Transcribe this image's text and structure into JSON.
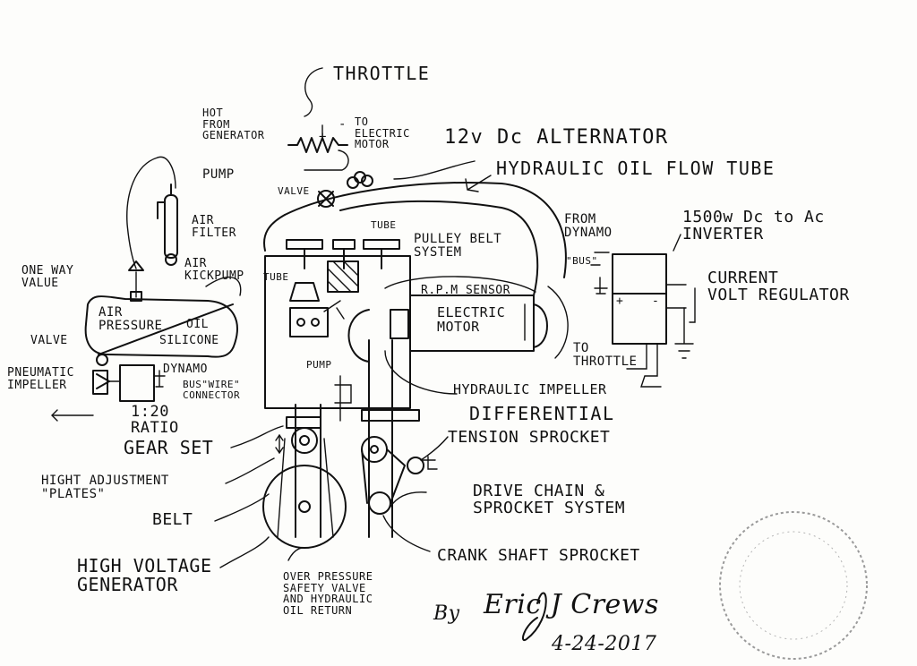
{
  "labels": {
    "throttle": "THROTTLE",
    "hot_from_generator": "HOT\nFROM\nGENERATOR",
    "to_electric_motor": "TO\nELECTRIC\nMOTOR",
    "alternator": "12v Dc ALTERNATOR",
    "hydraulic_oil_flow_tube": "HYDRAULIC OIL FLOW TUBE",
    "pump_top": "PUMP",
    "valve_top": "VALVE",
    "tube_top": "TUBE",
    "air_filter": "AIR\nFILTER",
    "air_kickpump": "AIR\nKICKPUMP",
    "one_way_valve": "ONE WAY\nVALUE",
    "air_pressure_tank": "AIR\nPRESSURE",
    "oil": "OIL",
    "silicone": "SILICONE",
    "valve_left": "VALVE",
    "pneumatic_impeller": "PNEUMATIC\nIMPELLER",
    "dynamo": "DYNAMO",
    "bus_wire_connector": "BUS\"WIRE\"\nCONNECTOR",
    "ratio": "1:20\nRATIO",
    "gear_set": "GEAR SET",
    "hight_adjustment": "HIGHT ADJUSTMENT\n\"PLATES\"",
    "belt": "BELT",
    "high_voltage_generator": "HIGH VOLTAGE\nGENERATOR",
    "over_pressure_valve": "OVER PRESSURE\nSAFETY VALVE\nAND HYDRAULIC\nOIL RETURN",
    "pulley_belt_system": "PULLEY BELT\nSYSTEM",
    "tube_left": "TUBE",
    "pump_center": "PUMP",
    "rpm_sensor": "R.P.M SENSOR",
    "electric_motor": "ELECTRIC\nMOTOR",
    "from_dynamo": "FROM\nDYNAMO",
    "bus_right": "\"BUS\"",
    "inverter": "1500w Dc to Ac\nINVERTER",
    "current_volt_regulator": "CURRENT\nVOLT REGULATOR",
    "to_throttle": "TO\nTHROTTLE",
    "hydraulic_impeller": "HYDRAULIC IMPELLER",
    "differential": "DIFFERENTIAL",
    "tension_sprocket": "TENSION SPROCKET",
    "drive_chain": "DRIVE CHAIN &\nSPROCKET SYSTEM",
    "crank_shaft_sprocket": "CRANK SHAFT SPROCKET",
    "by": "By",
    "signature_name": "Eric J Crews",
    "date": "4-24-2017",
    "plus": "+",
    "minus": "-"
  },
  "colors": {
    "ink": "#111111",
    "paper": "#fdfdfb",
    "stamp": "#9a9a9a"
  },
  "icons": [
    "seal-stamp-icon",
    "battery-ground-icon",
    "pulley-icon",
    "sprocket-icon"
  ]
}
